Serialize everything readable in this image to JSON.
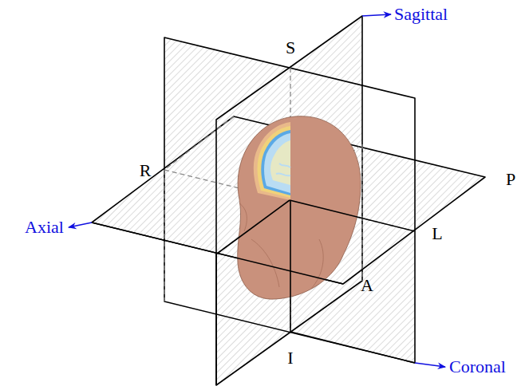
{
  "diagram": {
    "labels": [
      "Sagittal",
      "S",
      "R",
      "P",
      "Axial",
      "L",
      "A",
      "I",
      "Coronal"
    ]
  }
}
